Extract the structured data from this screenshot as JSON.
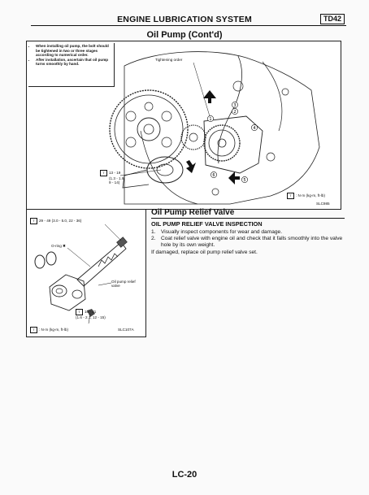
{
  "header": {
    "title": "ENGINE LUBRICATION SYSTEM",
    "model_badge": "TD42"
  },
  "section_title": "Oil Pump (Cont'd)",
  "figure_top": {
    "notes": [
      "When installing oil pump, the bolt should be tightened in two or three stages according to numerical order.",
      "After installation, ascertain that oil pump turns smoothly by hand."
    ],
    "tightening_order_label": "Tightening order",
    "bolt_numbers": [
      "1",
      "2",
      "3",
      "4",
      "5",
      "6"
    ],
    "torque_value": "13 - 19",
    "torque_value_alt": "(1.3 - 1.9,",
    "torque_value_alt2": "9 - 14)",
    "torque_units": ": N·m (kg-m, ft-lb)",
    "figure_code": "SLC985"
  },
  "figure_left": {
    "torque_top": "29 - 49 (3.0 - 5.0, 22 - 36)",
    "oring_label": "O-ring",
    "valve_label": "Oil pump relief valve",
    "torque_bottom": "16 - 21",
    "torque_bottom_alt": "(1.6 - 2.1, 12 - 15)",
    "torque_units": ": N·m (kg-m, ft-lb)",
    "figure_code": "SLC107A"
  },
  "relief_valve": {
    "heading": "Oil Pump Relief Valve",
    "subheading": "OIL PUMP RELIEF VALVE INSPECTION",
    "steps": [
      {
        "num": "1.",
        "text": "Visually inspect components for wear and damage."
      },
      {
        "num": "2.",
        "text": "Coat relief valve with engine oil and check that it falls smoothly into the valve hole by its own weight."
      }
    ],
    "closing": "If damaged, replace oil pump relief valve set."
  },
  "page_number": "LC-20"
}
